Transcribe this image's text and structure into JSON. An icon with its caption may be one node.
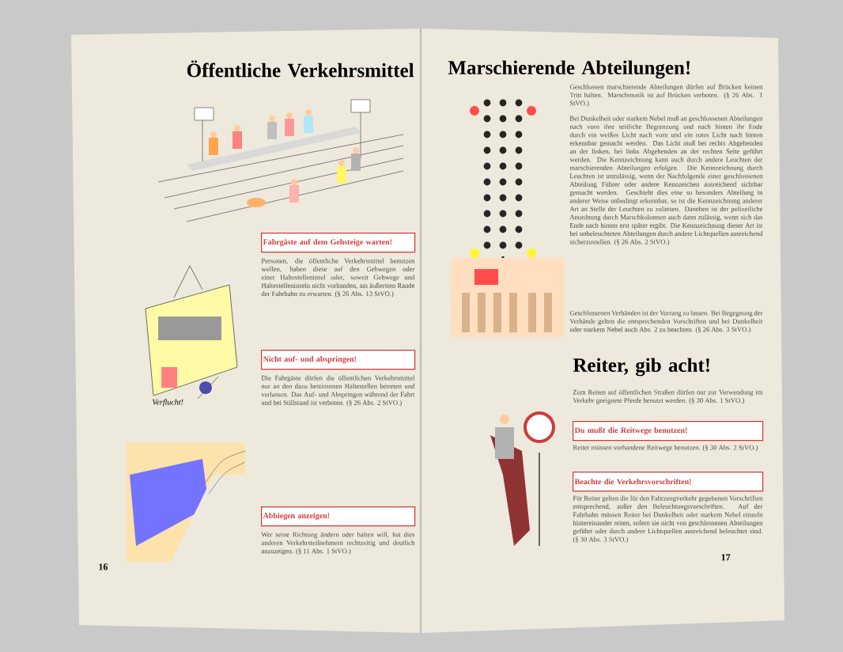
{
  "diagram": {
    "nodes": [
      {
        "text": [
          "Fahrgäste auf dem Gehsteige warten!"
        ]
      },
      {
        "text": [
          "Nicht auf- und abspringen!"
        ]
      },
      {
        "text": [
          "Abbiegen anzeigen!"
        ]
      },
      {
        "text": [
          "Du mußt die Reitwege benutzen!"
        ]
      },
      {
        "text": [
          "Beachte die Verkehrsvorschriften!"
        ]
      }
    ],
    "labels": [
      "Öffentliche Verkehrsmittel",
      "Personen, die öffentliche Verkehrsmittel benutzen wollen, haben diese auf den Gehwegen oder einer Haltestelleninsel oder, soweit Gehwege und Haltestelleninseln nicht vorhanden, am äußersten Rande der Fahrbahn zu erwarten. (§ 26 Abs. 13 StVO.)",
      "Verflucht!",
      "Die Fahrgäste dürfen die öffentlichen Verkehrsmittel nur an den dazu bestimmten Haltestellen betreten und verlassen. Das Auf- und Abspringen während der Fahrt und bei Stillstand ist verboten. (§ 26 Abs. 2 StVO.)",
      "Wer seine Richtung ändern oder halten will, hat dies anderen Verkehrsteilnehmern rechtzeitig und deutlich anzuzeigen. (§ 11 Abs. 1 StVO.)",
      "16",
      "Marschierende Abteilungen!",
      "Geschlossen marschierende Abteilungen dürfen auf Brücken keinen Tritt halten. Marschmusik ist auf Brücken verboten. (§ 26 Abs. 1 StVO.)",
      "Bei Dunkelheit oder starkem Nebel muß an geschlossenen Abteilungen nach vorn ihre seitliche Begrenzung und nach hinten ihr Ende durch ein weißes Licht nach vorn und ein rotes Licht nach hinten erkennbar gemacht werden. Das Licht muß bei rechts Abgehenden an der linken, bei links Abgehenden an der rechten Seite geführt werden. Die Kennzeichnung kann auch durch andere Leuchten der marschierenden Abteilungen erfolgen. Die Kennzeichnung durch Leuchten ist unzulässig, wenn der Nachfolgende einer geschlossenen Abteilung Führer oder andere Kennzeichen ausreichend sichtbar gemacht werden. Geschieht dies eine so besonders Abteilung in anderer Weise unbedingt erkennbar, so ist die Kennzeichnung anderer Art an Stelle der Leuchten zu zulassen. Daneben ist der polizeiliche Anordnung durch Marschkolonnen auch dann zulässig, wenn sich das Ende nach hinten erst später ergibt. Die Kennzeichnung dieser Art ist bei unbeleuchteten Abteilungen durch andere Lichtquellen ausreichend sicherzustellen. (§ 26 Abs. 2 StVO.)",
      "Geschlossenen Verbänden ist der Vorrang zu lassen. Bei Begegnung der Verbände gelten die entsprechenden Vorschriften und bei Dunkelheit oder starkem Nebel auch Abs. 2 zu beachten. (§ 26 Abs. 3 StVO.)",
      "Reiter, gib acht!",
      "Zum Reiten auf öffentlichen Straßen dürfen nur zur Verwendung im Verkehr geeignete Pferde benutzt werden. (§ 30 Abs. 1 StVO.)",
      "Reiter müssen vorhandene Reitwege benutzen. (§ 30 Abs. 2 StVO.)",
      "Für Reiter gelten die für den Fahrzeugverkehr gegebenen Vorschriften entsprechend, außer den Beleuchtungsvorschriften. Auf der Fahrbahn müssen Reiter bei Dunkelheit oder starkem Nebel einzeln hintereinander reiten, sofern sie nicht von geschlossenen Abteilungen geführt oder durch andere Lichtquellen ausreichend beleuchtet sind. (§ 30 Abs. 3 StVO.)",
      "17"
    ]
  }
}
